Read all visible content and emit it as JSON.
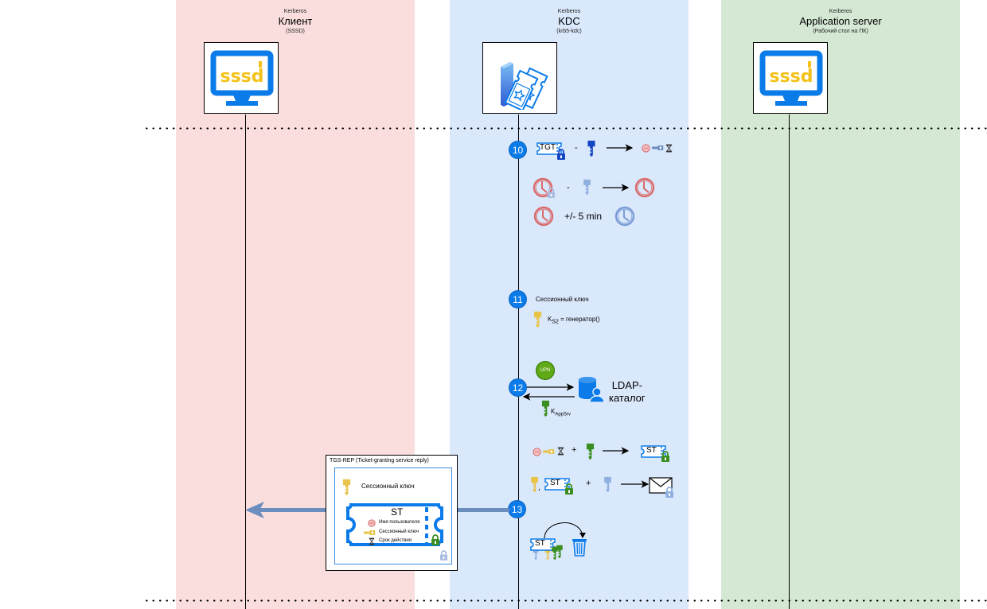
{
  "lanes": {
    "client": {
      "kicker": "Kerberos",
      "title": "Клиент",
      "subtitle": "(SSSD)",
      "icon": "sssd-monitor-icon",
      "color": "#fadede"
    },
    "kdc": {
      "kicker": "Kerberos",
      "title": "KDC",
      "subtitle": "(krb5-kdc)",
      "icon": "kdc-server-tickets-icon",
      "color": "#dae8fc"
    },
    "app": {
      "kicker": "Kerberos",
      "title": "Application server",
      "subtitle": "(Рабочий стол на ПК)",
      "icon": "sssd-monitor-icon",
      "color": "#d5e8d4"
    }
  },
  "colors": {
    "step_badge": "#0a7be8",
    "message_arrow": "#6c8ebf",
    "green_key": "#3a8d1f",
    "blue_key": "#1446c4",
    "gold_key": "#e8c44a",
    "clock_red": "#d96b6b",
    "clock_blue": "#7a9bd6"
  },
  "steps": {
    "s10": {
      "number": "10",
      "tgt_label": "TGT",
      "minus": "-",
      "clock_minus": "-",
      "tolerance": "+/- 5 min"
    },
    "s11": {
      "number": "11",
      "title": "Сессионный ключ",
      "formula_k": "K",
      "formula_sub": "S2",
      "formula_rest": " = генератор()"
    },
    "s12": {
      "number": "12",
      "upn": "UPN",
      "ldap_line1": "LDAP-",
      "ldap_line2": "каталог",
      "key_k": "K",
      "key_sub": "AppSrv"
    },
    "s13": {
      "number": "13",
      "plus1": "+",
      "st_label": "ST",
      "comma": ",",
      "plus2": "+"
    }
  },
  "message": {
    "title": "TGS-REP  (Ticket-granting service reply)",
    "session_key_label": "Сессионный ключ",
    "ticket_title": "ST",
    "ticket_items": [
      {
        "icon": "user-badge-icon",
        "label": "Имя пользователя"
      },
      {
        "icon": "session-key-icon",
        "label": "Сессионный ключ"
      },
      {
        "icon": "hourglass-icon",
        "label": "Срок действия"
      }
    ]
  }
}
